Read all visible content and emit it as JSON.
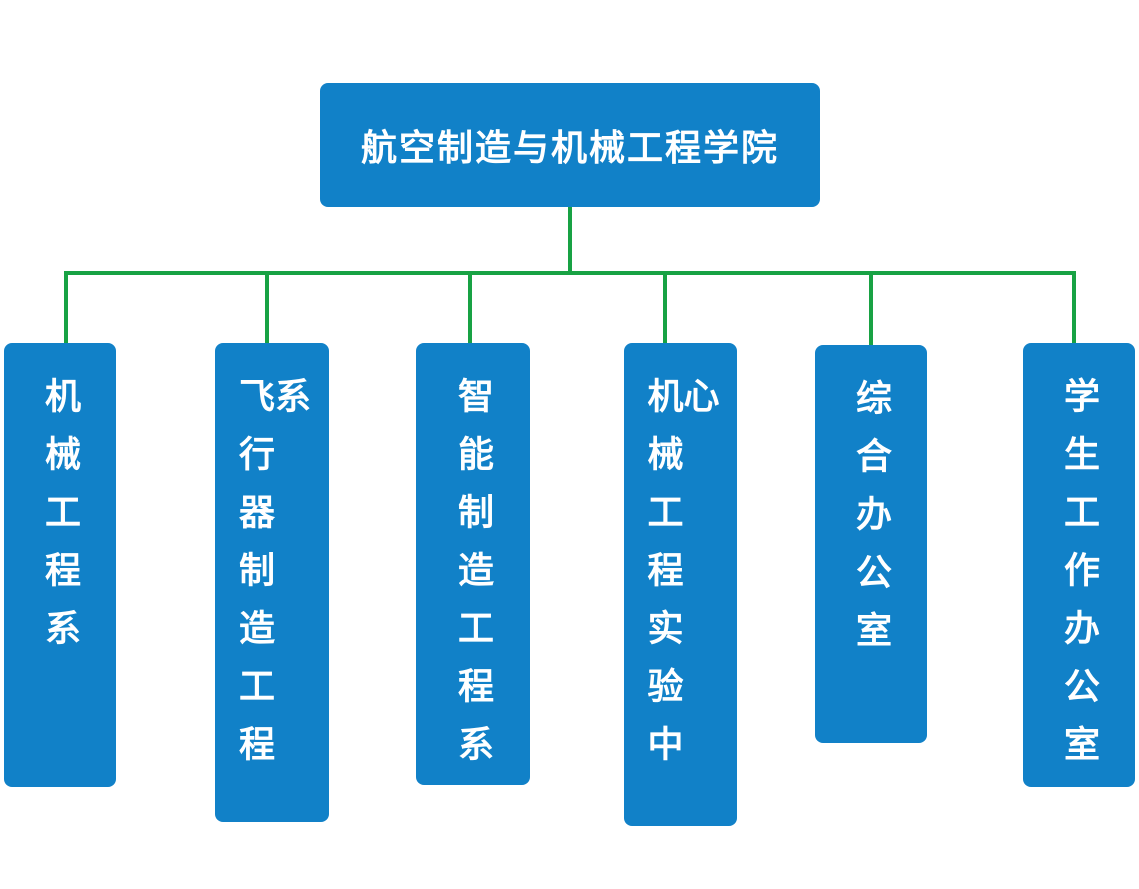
{
  "org_chart": {
    "root": {
      "label": "航空制造与机械工程学院"
    },
    "departments": [
      {
        "label": "机械工程系"
      },
      {
        "label": "飞行器制造工程系"
      },
      {
        "label": "智能制造工程系"
      },
      {
        "label": "机械工程实验中心"
      },
      {
        "label": "综合办公室"
      },
      {
        "label": "学生工作办公室"
      }
    ],
    "colors": {
      "box_fill": "#1181c8",
      "connector": "#18a244",
      "text": "#ffffff"
    }
  }
}
